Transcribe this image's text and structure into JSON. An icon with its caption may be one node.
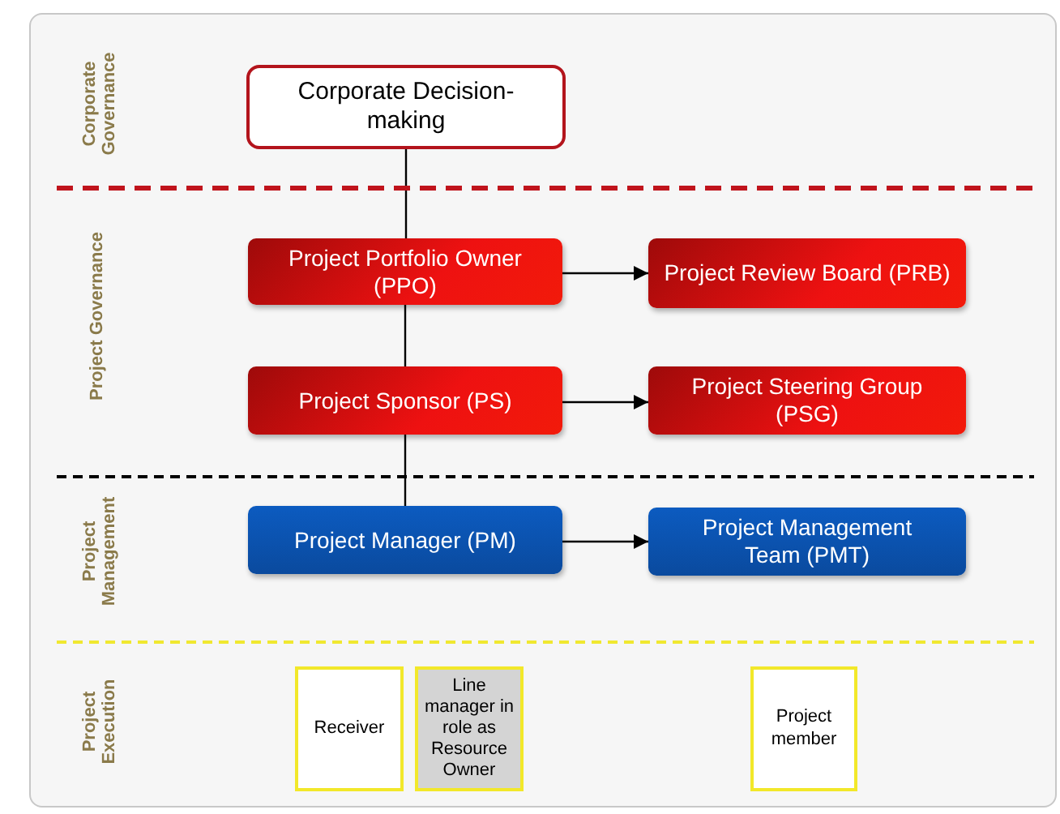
{
  "diagram": {
    "nodes": [
      {
        "text": [
          "Corporate Decision-making"
        ]
      },
      {
        "text": [
          "Project Portfolio Owner (PPO)"
        ]
      },
      {
        "text": [
          "Project Review Board (PRB)"
        ]
      },
      {
        "text": [
          "Project Sponsor (PS)"
        ]
      },
      {
        "text": [
          "Project Steering Group (PSG)"
        ]
      },
      {
        "text": [
          "Project Manager (PM)"
        ]
      },
      {
        "text": [
          "Project Management Team (PMT)"
        ]
      },
      {
        "text": [
          "Receiver"
        ]
      },
      {
        "text": [
          "Line manager in role as Resource Owner"
        ]
      },
      {
        "text": [
          "Project member"
        ]
      }
    ],
    "edges": [
      {
        "from": 0,
        "to": 1,
        "arrow": "none"
      },
      {
        "from": 1,
        "to": 3,
        "arrow": "none"
      },
      {
        "from": 3,
        "to": 5,
        "arrow": "none"
      },
      {
        "from": 1,
        "to": 2,
        "arrow": "to"
      },
      {
        "from": 3,
        "to": 4,
        "arrow": "to"
      },
      {
        "from": 5,
        "to": 6,
        "arrow": "to"
      }
    ],
    "labels": [
      "Corporate Governance",
      "Project Governance",
      "Project Management",
      "Project Execution"
    ]
  }
}
